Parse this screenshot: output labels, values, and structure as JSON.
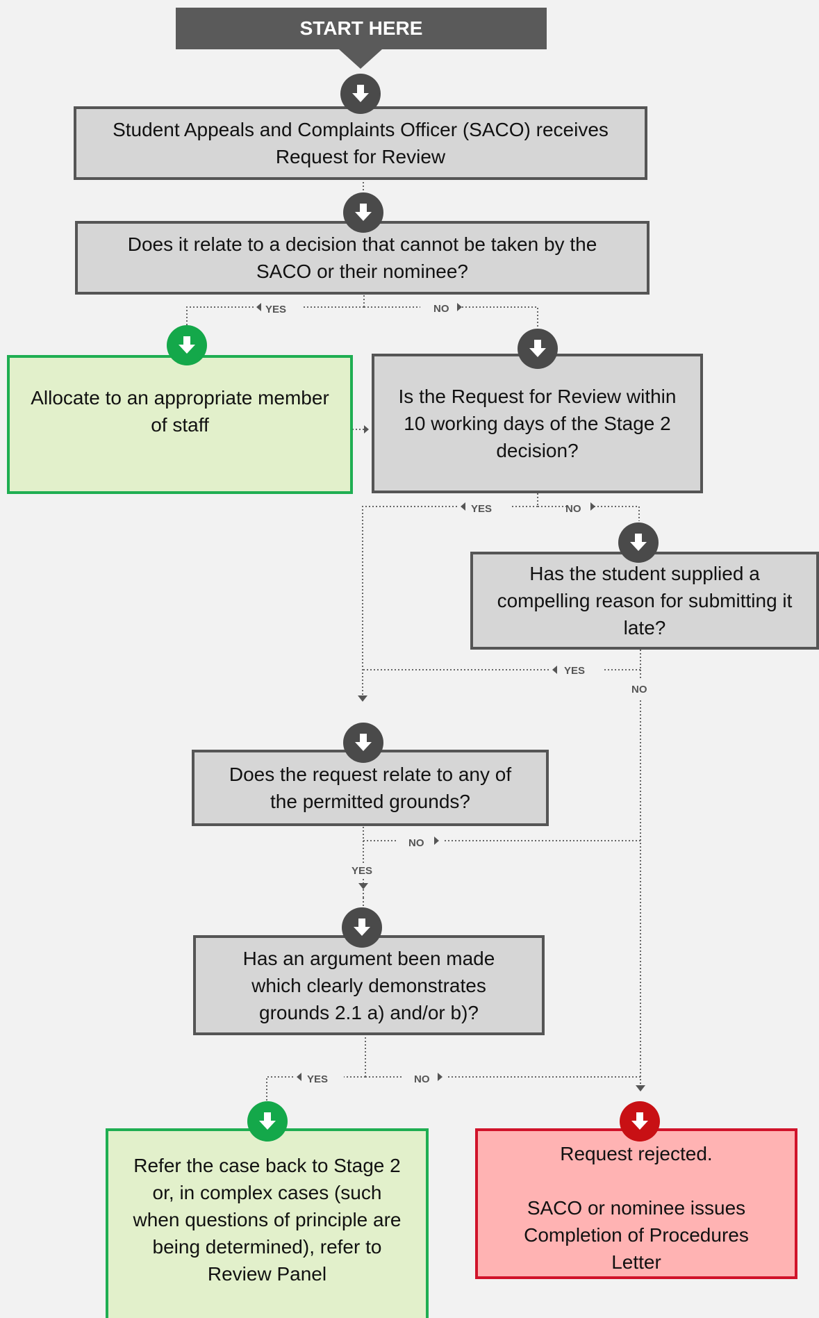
{
  "start": {
    "label": "START HERE"
  },
  "nodes": {
    "receive": "Student Appeals and Complaints Officer (SACO) receives\nRequest for Review",
    "relate_decision": "Does it relate to a decision that cannot be taken by the\nSACO or their nominee?",
    "allocate": "Allocate to an appropriate member\nof staff",
    "within_days": "Is the Request for Review within\n10 working days of the Stage 2\ndecision?",
    "compelling": "Has the student supplied a\ncompelling reason for submitting it\nlate?",
    "permitted": "Does the request relate to any of\nthe permitted grounds?",
    "argument": "Has an argument been made\nwhich clearly demonstrates\ngrounds 2.1 a) and/or b)?",
    "refer": "Refer the case back to Stage 2\nor, in complex cases (such\nwhen questions of principle are\nbeing determined), refer to\nReview Panel",
    "rejected": "Request rejected.\n\nSACO or nominee issues\nCompletion of Procedures\nLetter"
  },
  "labels": {
    "yes": "YES",
    "no": "NO"
  },
  "colors": {
    "background": "#f2f2f2",
    "neutral_fill": "#d6d6d6",
    "neutral_border": "#555555",
    "positive_fill": "#e2f0cb",
    "positive_border": "#1fae52",
    "negative_fill": "#ffb3b3",
    "negative_border": "#d0132a",
    "connector": "#666666"
  },
  "icons": {
    "step": "arrow-down-circle-icon",
    "positive": "arrow-down-circle-green-icon",
    "negative": "arrow-down-circle-red-icon"
  }
}
